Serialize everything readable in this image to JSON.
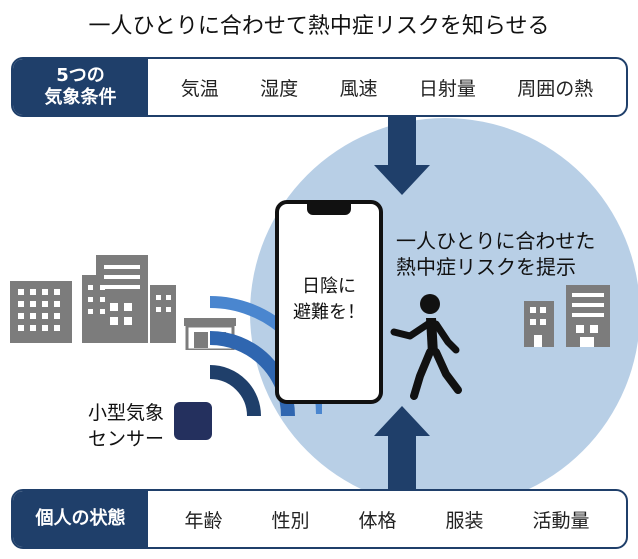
{
  "title": "一人ひとりに合わせて熱中症リスクを知らせる",
  "weather": {
    "label_line1": "5つの",
    "label_line2": "気象条件",
    "items": [
      "気温",
      "湿度",
      "風速",
      "日射量",
      "周囲の熱"
    ]
  },
  "personal": {
    "label": "個人の状態",
    "items": [
      "年齢",
      "性別",
      "体格",
      "服装",
      "活動量"
    ]
  },
  "phone": {
    "line1": "日陰に",
    "line2": "避難を！"
  },
  "risk": {
    "line1": "一人ひとりに合わせた",
    "line2": "熱中症リスクを提示"
  },
  "sensor": {
    "line1": "小型気象",
    "line2": "センサー"
  },
  "colors": {
    "navy": "#1f3f6a",
    "circle": "#b8cfe6",
    "building": "#7c7c7c",
    "wave": "#2f66b0",
    "sensor": "#24305e"
  }
}
